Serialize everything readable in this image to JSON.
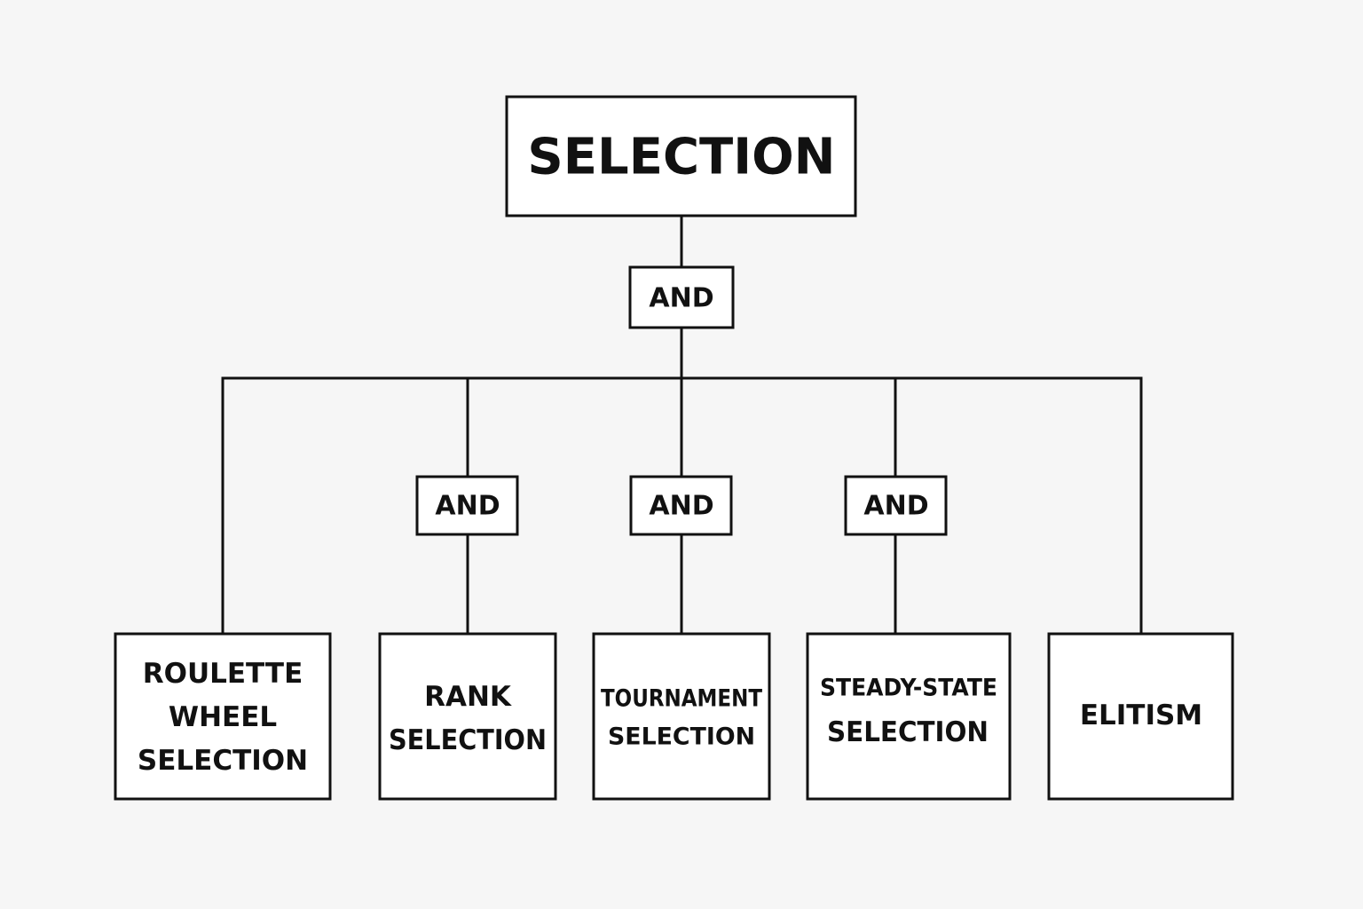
{
  "root": {
    "label": "SELECTION"
  },
  "gates": {
    "top": "AND",
    "rank": "AND",
    "tournament": "AND",
    "steady_state": "AND"
  },
  "leaves": {
    "roulette": [
      "ROULETTE",
      "WHEEL",
      "SELECTION"
    ],
    "rank": [
      "RANK",
      "SELECTION"
    ],
    "tournament": [
      "TOURNAMENT",
      "SELECTION"
    ],
    "steady_state": [
      "STEADY-STATE",
      "SELECTION"
    ],
    "elitism": [
      "ELITISM"
    ]
  }
}
